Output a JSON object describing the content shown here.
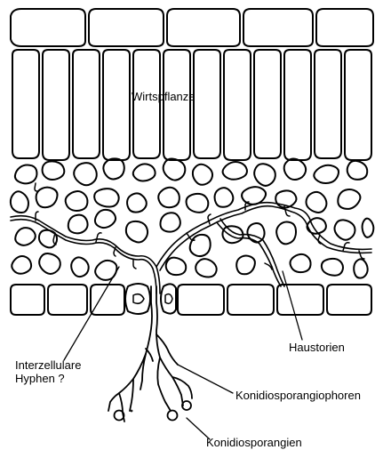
{
  "labels": {
    "host_plant": "Wirtspflanze",
    "haustoria": "Haustorien",
    "intercellular_hyphae_line1": "Interzellulare",
    "intercellular_hyphae_line2": "Hyphen ?",
    "conidiosporangiophores": "Konidiosporangiophoren",
    "conidiosporangia": "Konidiosporangien"
  },
  "colors": {
    "ink": "#000000",
    "background": "#ffffff"
  }
}
